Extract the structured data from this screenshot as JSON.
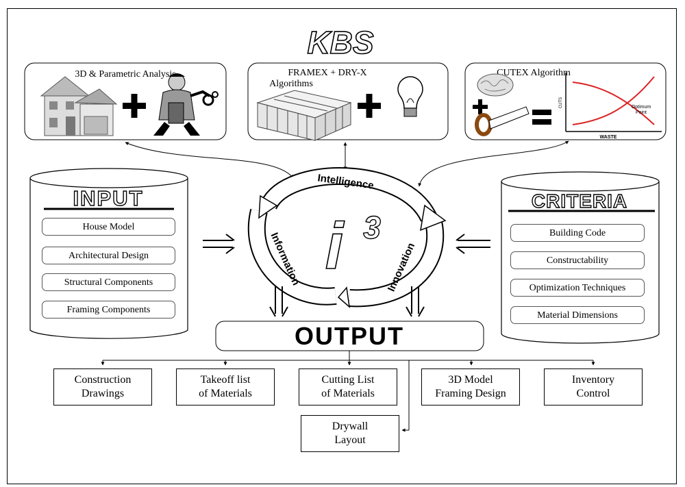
{
  "title": "KBS",
  "panels": {
    "left": {
      "title": "3D & Parametric Analysis"
    },
    "middle": {
      "title_line1": "FRAMEX + DRY-X",
      "title_line2": "Algorithms"
    },
    "right": {
      "title": "CUTEX Algorithm",
      "chart_ylabel": "CUTS",
      "chart_xlabel": "WASTE",
      "chart_point_line1": "Optimum",
      "chart_point_line2": "Point"
    }
  },
  "input": {
    "title": "INPUT",
    "items": [
      "House Model",
      "Architectural Design",
      "Structural Components",
      "Framing Components"
    ]
  },
  "criteria": {
    "title": "CRITERIA",
    "items": [
      "Building Code",
      "Constructability",
      "Optimization Techniques",
      "Material Dimensions"
    ]
  },
  "cycle": {
    "center": "i",
    "exponent": "3",
    "top": "Intelligence",
    "left": "Information",
    "right": "Innovation"
  },
  "output": {
    "title": "OUTPUT",
    "items": [
      {
        "line1": "Construction",
        "line2": "Drawings"
      },
      {
        "line1": "Takeoff list",
        "line2": "of Materials"
      },
      {
        "line1": "Cutting List",
        "line2": "of Materials"
      },
      {
        "line1": "3D Model",
        "line2": "Framing Design"
      },
      {
        "line1": "Inventory",
        "line2": "Control"
      }
    ],
    "extra": {
      "line1": "Drywall",
      "line2": "Layout"
    }
  }
}
